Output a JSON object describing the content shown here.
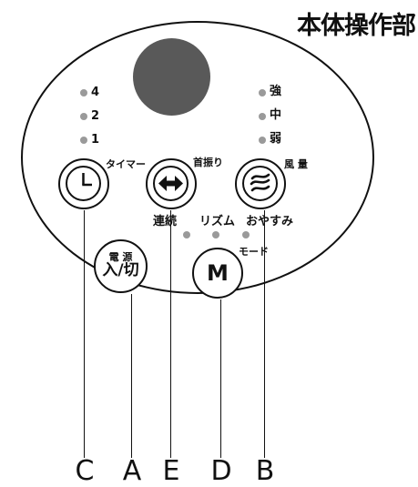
{
  "title": "本体操作部",
  "timer": {
    "levels": [
      "4",
      "2",
      "1"
    ],
    "label": "タイマー",
    "icon": "clock-icon"
  },
  "swing": {
    "label": "首振り",
    "icon": "left-right-arrow-icon"
  },
  "wind": {
    "levels": [
      "強",
      "中",
      "弱"
    ],
    "label": "風 量",
    "icon": "wind-icon"
  },
  "power": {
    "top_label": "電 源",
    "main_label": "入/切"
  },
  "mode": {
    "button_label": "M",
    "label": "モード",
    "options": [
      "連続",
      "リズム",
      "おやすみ"
    ]
  },
  "callouts": [
    "C",
    "A",
    "E",
    "D",
    "B"
  ],
  "colors": {
    "display": "#595959",
    "indicator": "#9a9a9a",
    "line": "#111111"
  }
}
